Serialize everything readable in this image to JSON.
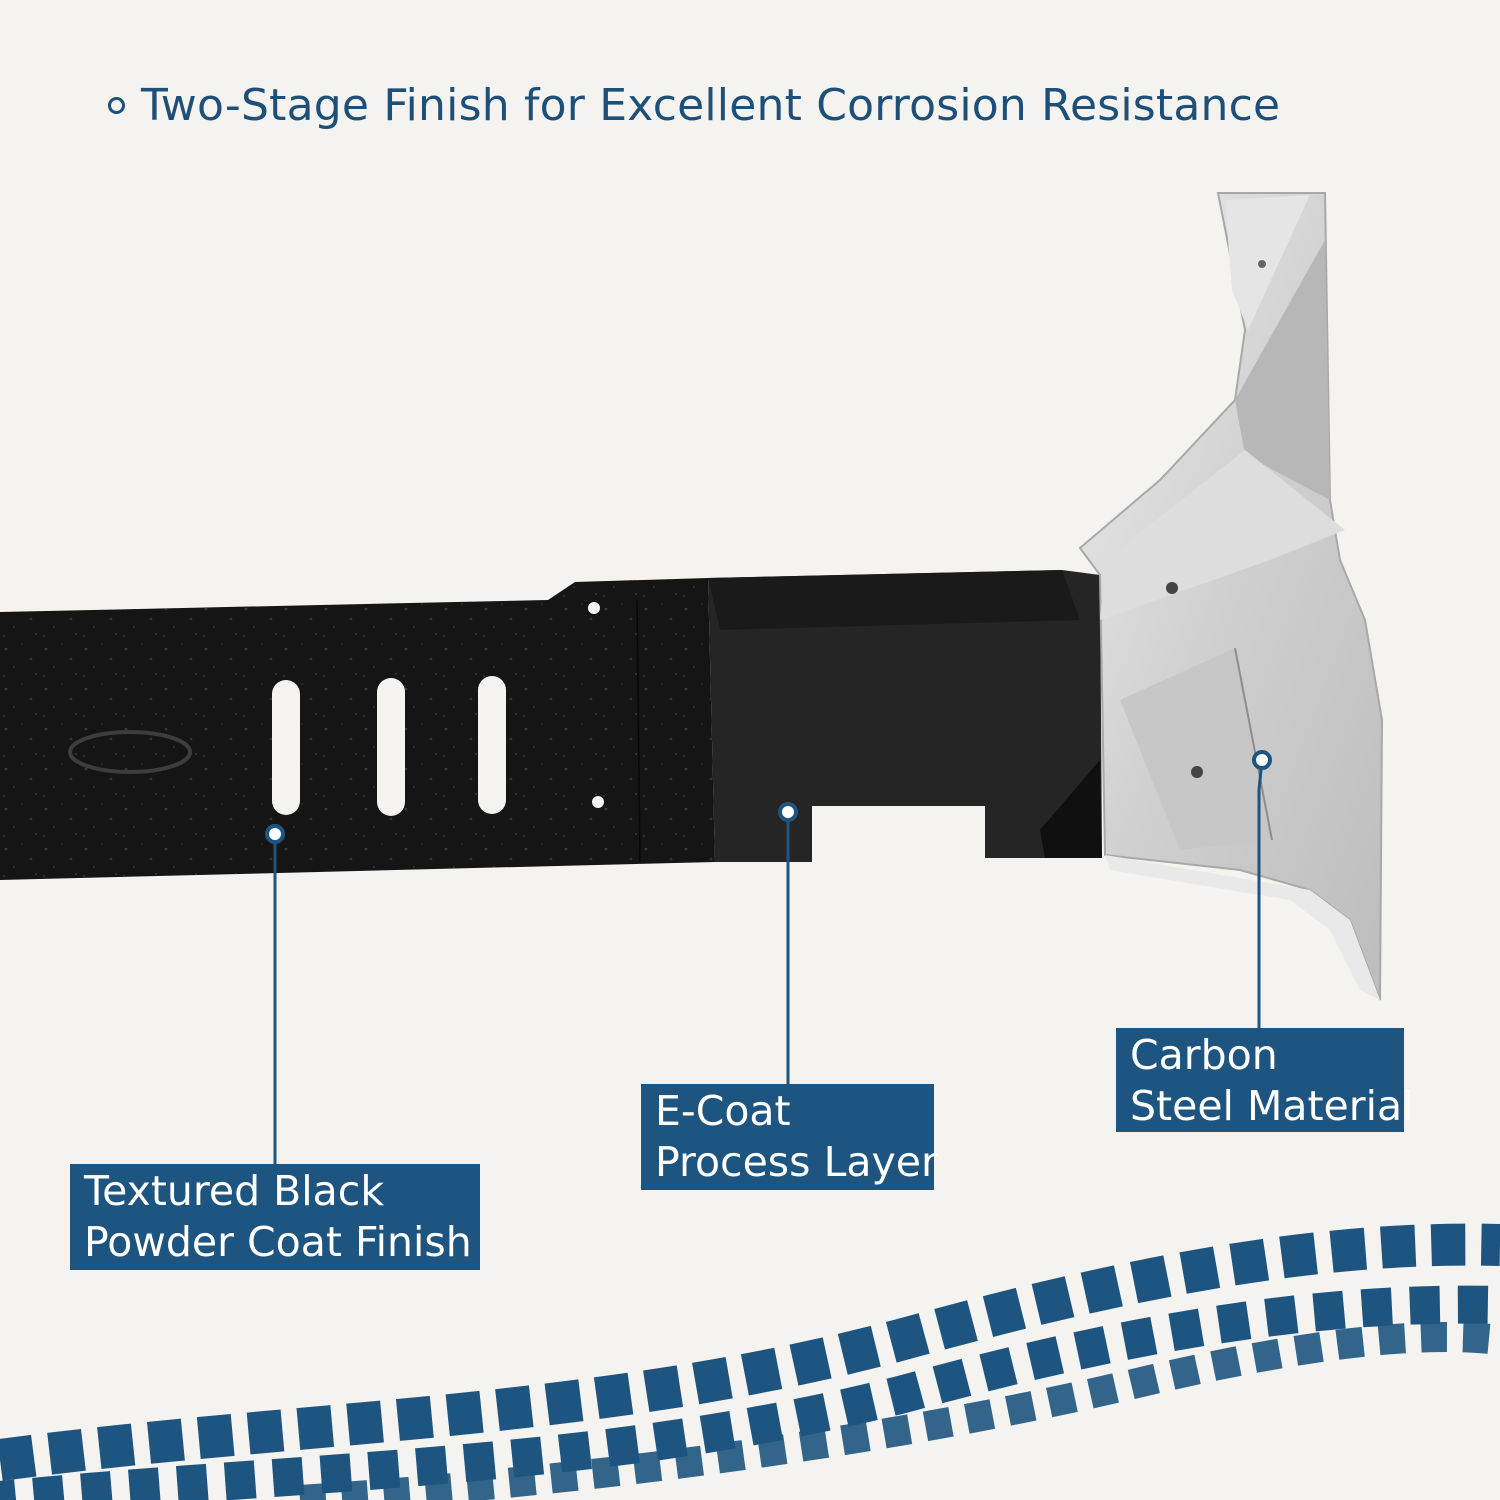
{
  "headline": "Two-Stage Finish for Excellent Corrosion Resistance",
  "callouts": [
    {
      "line1": "Textured Black",
      "line2": "Powder Coat Finish"
    },
    {
      "line1": "E-Coat",
      "line2": "Process Layer"
    },
    {
      "line1": "Carbon",
      "line2": "Steel Material"
    }
  ],
  "colors": {
    "accent": "#1e5580",
    "background": "#f4f3f0",
    "black_coat": "#151515",
    "e_coat": "#262626",
    "steel": "#d6d6d6"
  }
}
